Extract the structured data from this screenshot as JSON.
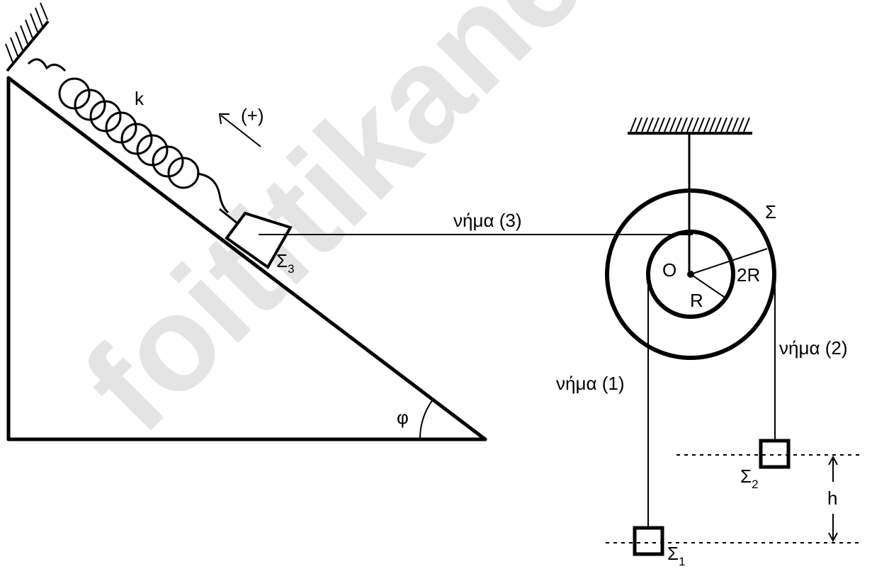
{
  "watermark": "foititikanet",
  "labels": {
    "spring_constant": "k",
    "positive_direction": "(+)",
    "block_3": "Σ",
    "block_3_sub": "3",
    "string_3": "νήμα (3)",
    "pulley": "Σ",
    "center": "O",
    "outer_radius": "2R",
    "inner_radius": "R",
    "string_2": "νήμα (2)",
    "string_1": "νήμα (1)",
    "angle": "φ",
    "block_2": "Σ",
    "block_2_sub": "2",
    "height": "h",
    "block_1": "Σ",
    "block_1_sub": "1"
  }
}
